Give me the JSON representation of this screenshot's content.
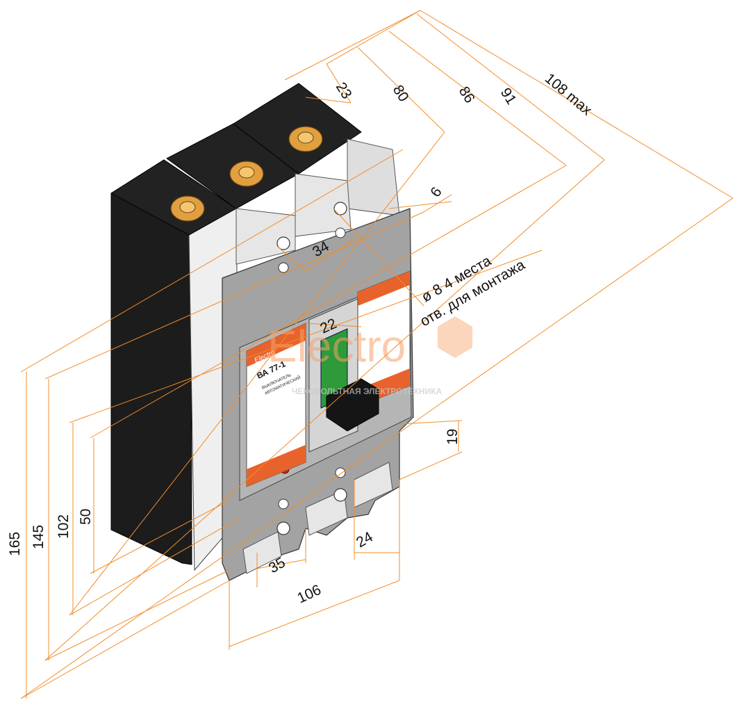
{
  "colors": {
    "dimension_line": "#f28c28",
    "body_dark": "#1c1c1c",
    "body_light": "#ececec",
    "face_plate": "#9a9a9a",
    "label_orange": "#e8622c",
    "terminal_copper": "#e0a040",
    "handle_green": "#2e9a3a",
    "handle_black": "#151515"
  },
  "dimensions": {
    "d23": "23",
    "d80": "80",
    "d86": "86",
    "d91": "91",
    "d108": "108 max",
    "d6": "6",
    "d34": "34",
    "d22": "22",
    "d19": "19",
    "d24": "24",
    "d35": "35",
    "d106": "106",
    "d165": "165",
    "d145": "145",
    "d102": "102",
    "d50": "50"
  },
  "notes": {
    "hole_size": "ø 8  4 места",
    "hole_purpose": "отв. для монтажа"
  },
  "front_label": {
    "brand": "Electro",
    "model": "ВА 77-1",
    "name_line1": "ВЫКЛЮЧАТЕЛЬ",
    "name_line2": "АВТОМАТИЧЕСКИЙ"
  },
  "watermark": {
    "logo": "Electro",
    "tagline": "ЧЕКОВОЛЬТНАЯ ЭЛЕКТРОТЕХНИКА"
  }
}
